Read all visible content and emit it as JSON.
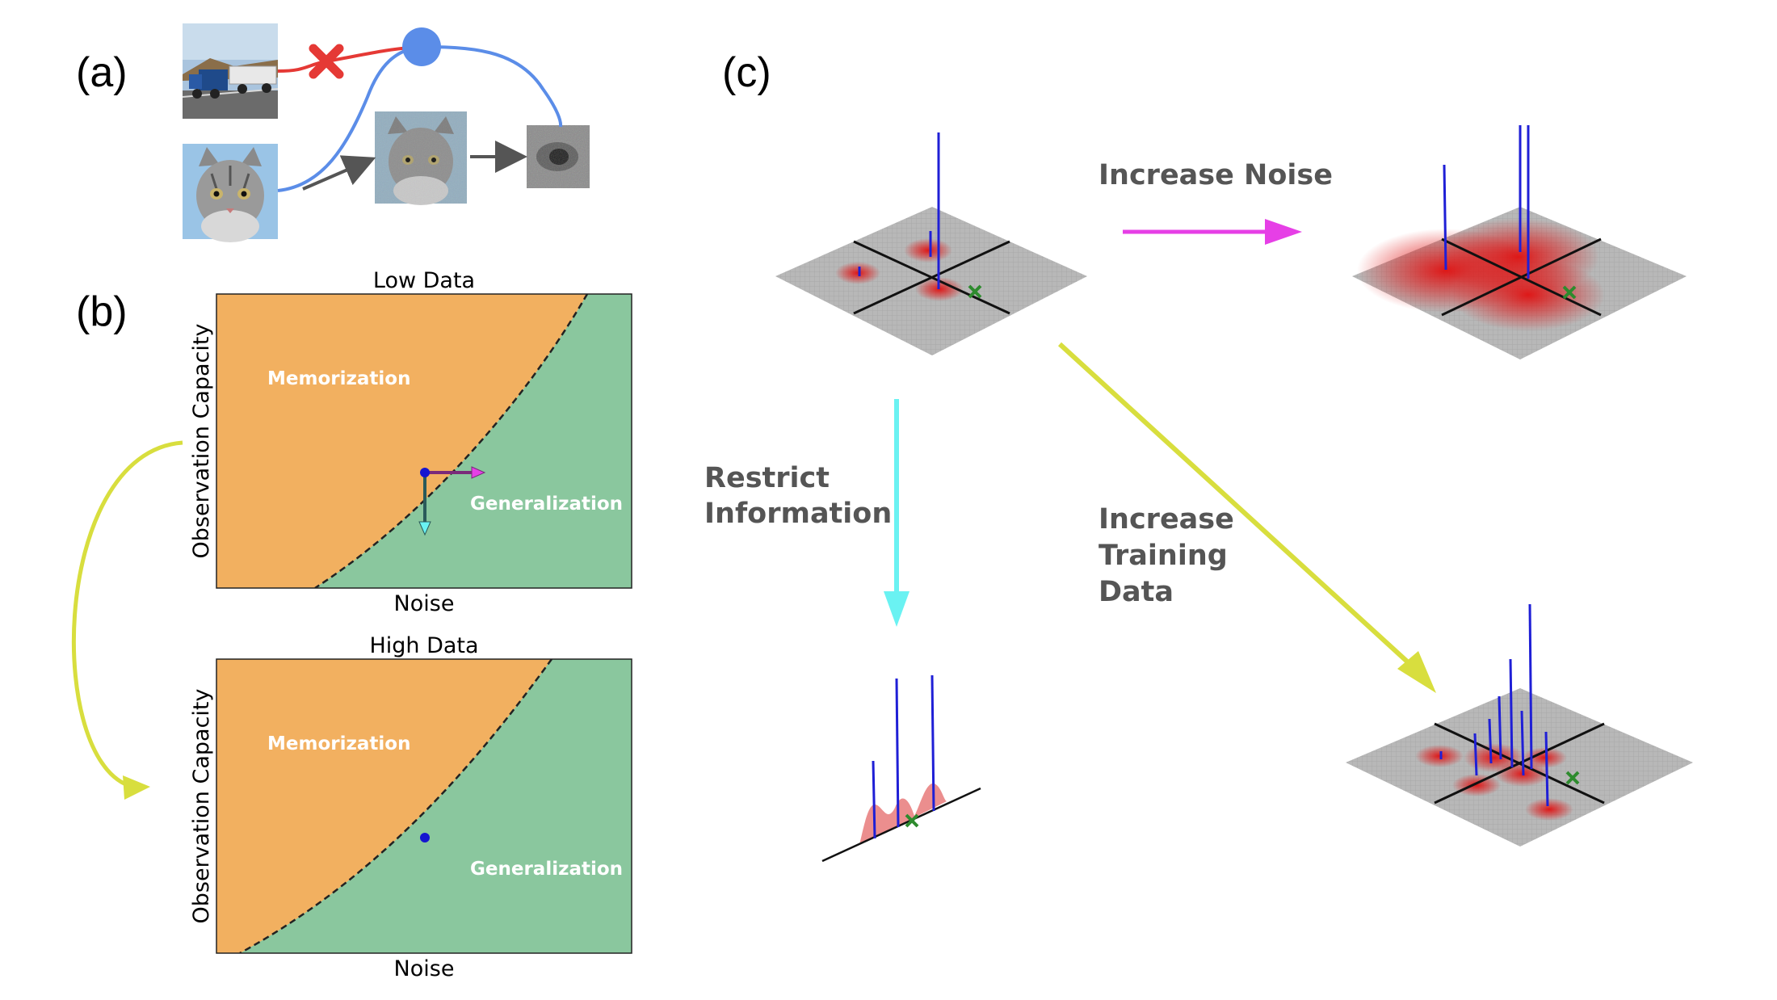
{
  "panels": {
    "a": {
      "letter": "(a)"
    },
    "b": {
      "letter": "(b)",
      "top": {
        "title": "Low Data",
        "xlabel": "Noise",
        "ylabel": "Observation Capacity",
        "memorization": "Memorization",
        "generalization": "Generalization"
      },
      "bottom": {
        "title": "High Data",
        "xlabel": "Noise",
        "ylabel": "Observation Capacity",
        "memorization": "Memorization",
        "generalization": "Generalization"
      }
    },
    "c": {
      "letter": "(c)",
      "increase_noise": "Increase Noise",
      "restrict_info": [
        "Restrict",
        "Information"
      ],
      "increase_data": [
        "Increase",
        "Training",
        "Data"
      ]
    }
  },
  "colors": {
    "memorization": "#F2B060",
    "generalization": "#8AC79E",
    "blue_path": "#5B8DE8",
    "red_path": "#E53935",
    "magenta_arrow": "#E63FE6",
    "cyan_arrow": "#6AF2F2",
    "yellow_arrow": "#D8DE3E",
    "spike": "#1f1fd6",
    "plane": "#b4b4b4",
    "marker_green": "#2e8b2e"
  },
  "icons": [
    "truck-image",
    "cat-image",
    "cat-noisy-image",
    "cat-eye-noisy-image",
    "red-x-icon",
    "blue-node-icon"
  ]
}
